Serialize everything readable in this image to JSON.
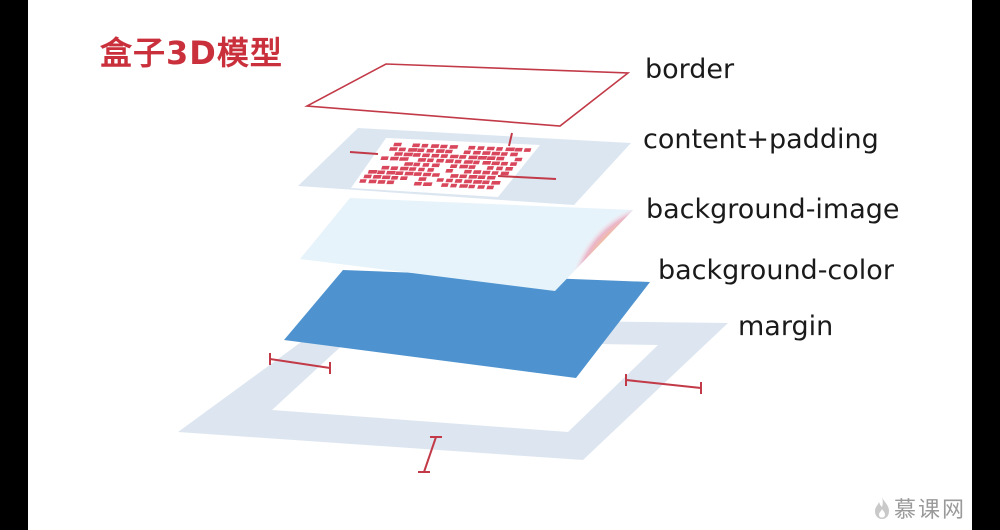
{
  "title": "盒子3D模型",
  "layers": [
    {
      "id": "border",
      "label": "border"
    },
    {
      "id": "content",
      "label": "content+padding"
    },
    {
      "id": "bg-image",
      "label": "background-image"
    },
    {
      "id": "bg-color",
      "label": "background-color"
    },
    {
      "id": "margin",
      "label": "margin"
    }
  ],
  "colors": {
    "title": "#c9303c",
    "border_stroke": "#c23a48",
    "content_fill": "#dce6f1",
    "text_block": "#d9475c",
    "image_fill": "#e6f3fa",
    "bg_color_fill": "#4e93cf",
    "margin_fill": "#dde6f0",
    "marker": "#c23a48"
  },
  "watermark": {
    "text": "慕课网",
    "icon": "flame-icon"
  }
}
